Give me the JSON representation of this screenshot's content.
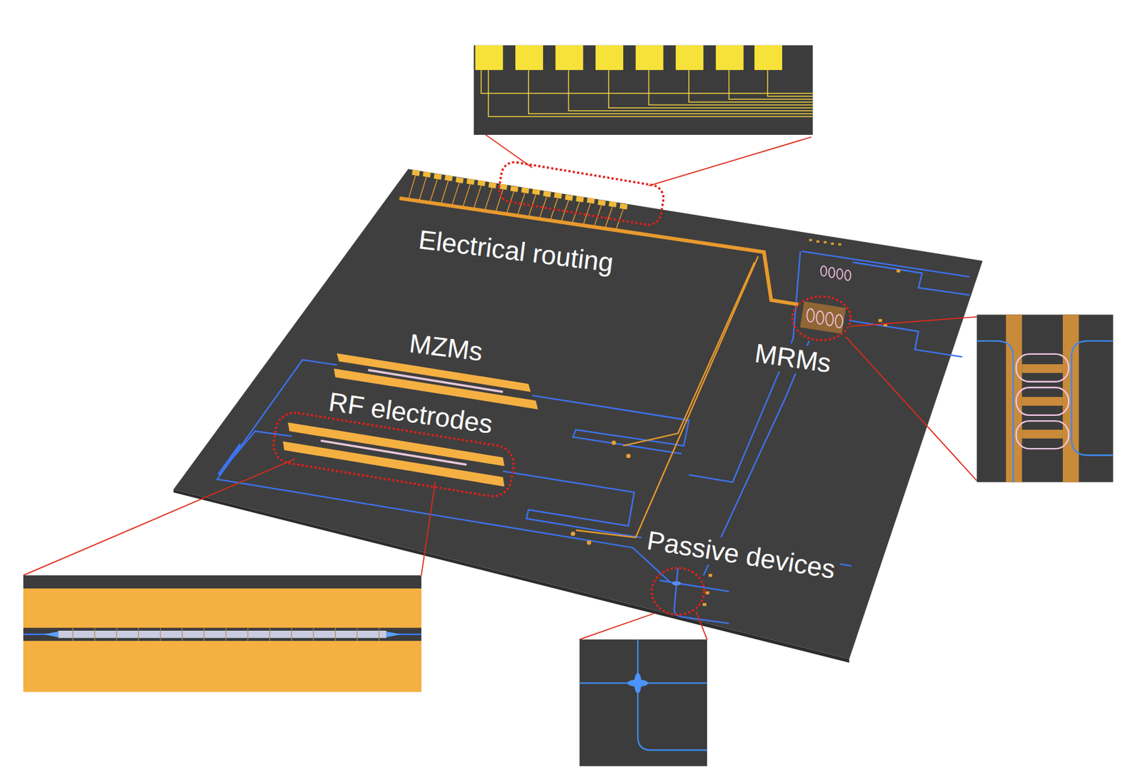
{
  "diagram": {
    "labels": [
      "Electrical routing",
      "MZMs",
      "RF electrodes",
      "MRMs",
      "Passive devices"
    ]
  }
}
